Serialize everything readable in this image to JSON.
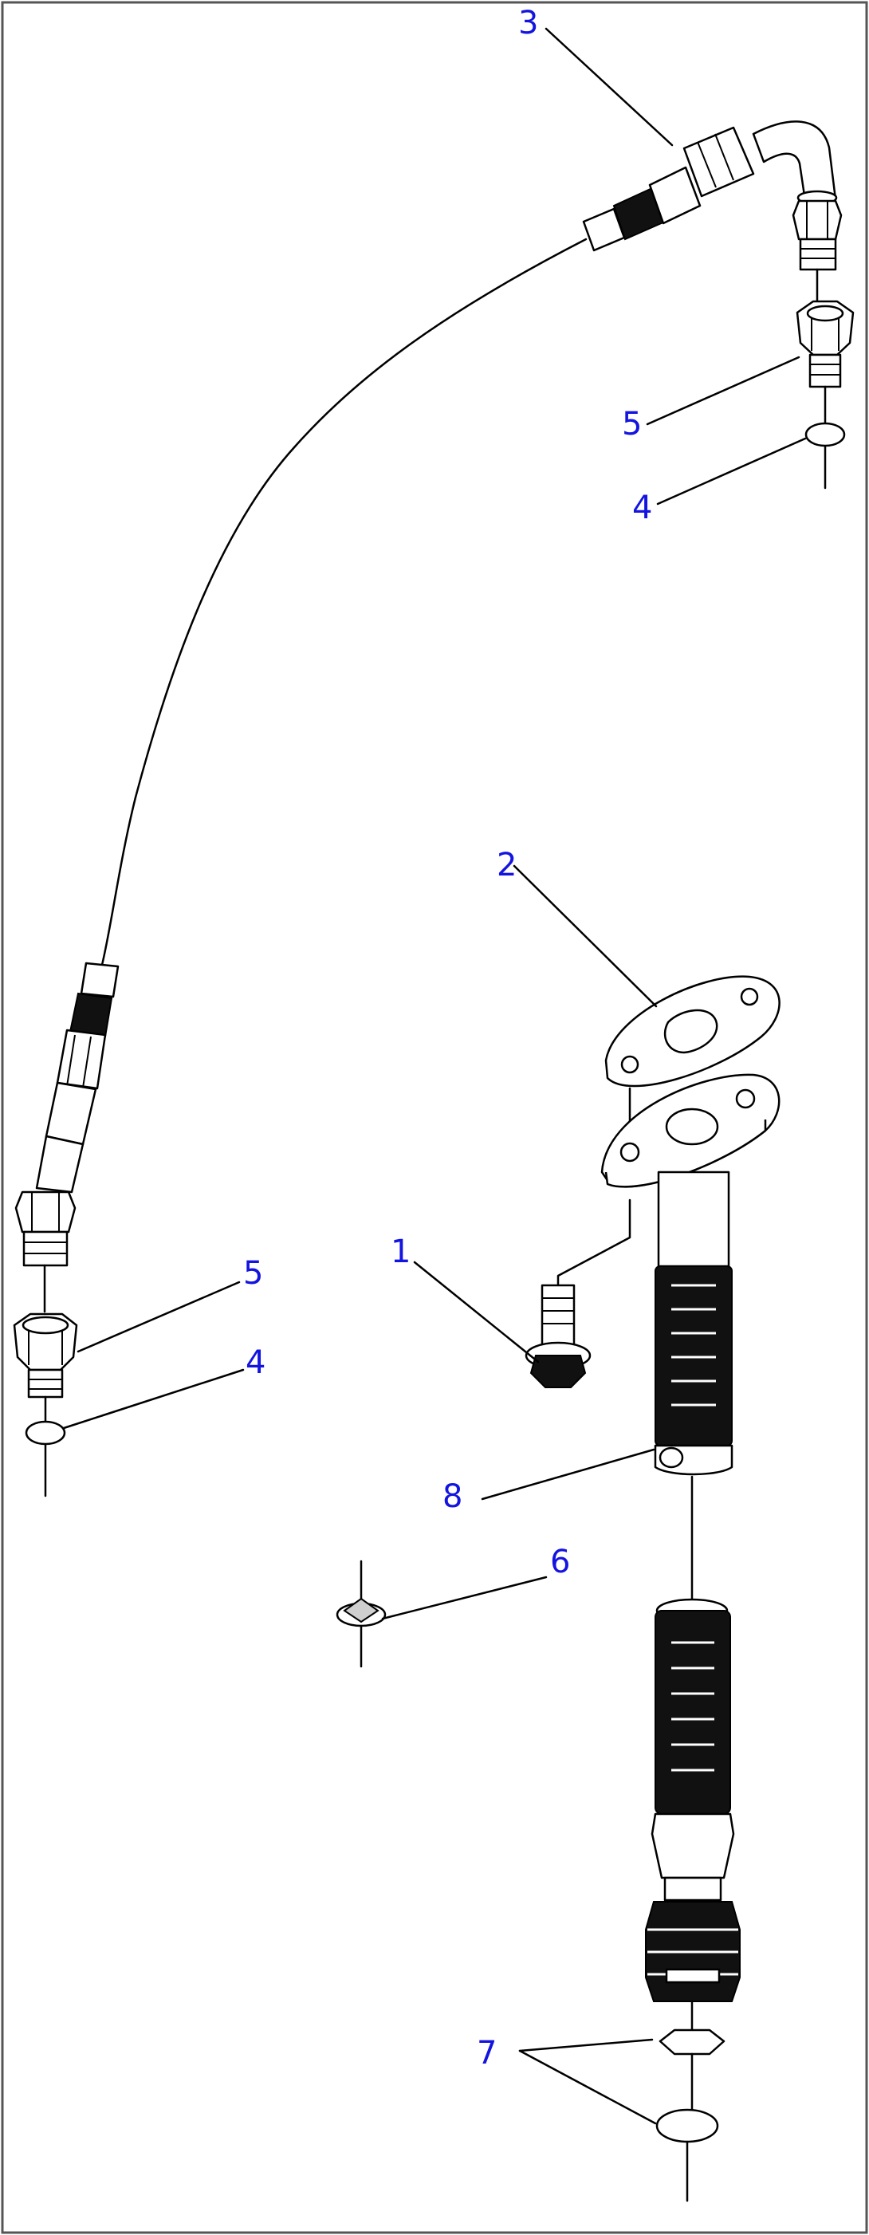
{
  "callouts": {
    "c1": "1",
    "c2": "2",
    "c3": "3",
    "c4_top": "4",
    "c4_bottom": "4",
    "c5_top": "5",
    "c5_bottom": "5",
    "c6": "6",
    "c7": "7",
    "c8": "8"
  },
  "colors": {
    "callout_text": "#1414e0",
    "line_art": "#000000",
    "frame": "#555555"
  },
  "parts": [
    {
      "callout": "1",
      "semantic": "bolt"
    },
    {
      "callout": "2",
      "semantic": "gasket"
    },
    {
      "callout": "3",
      "semantic": "tube-assembly"
    },
    {
      "callout": "4",
      "semantic": "gasket-ring"
    },
    {
      "callout": "5",
      "semantic": "connector"
    },
    {
      "callout": "6",
      "semantic": "clip"
    },
    {
      "callout": "7",
      "semantic": "o-ring"
    },
    {
      "callout": "8",
      "semantic": "hose"
    }
  ]
}
